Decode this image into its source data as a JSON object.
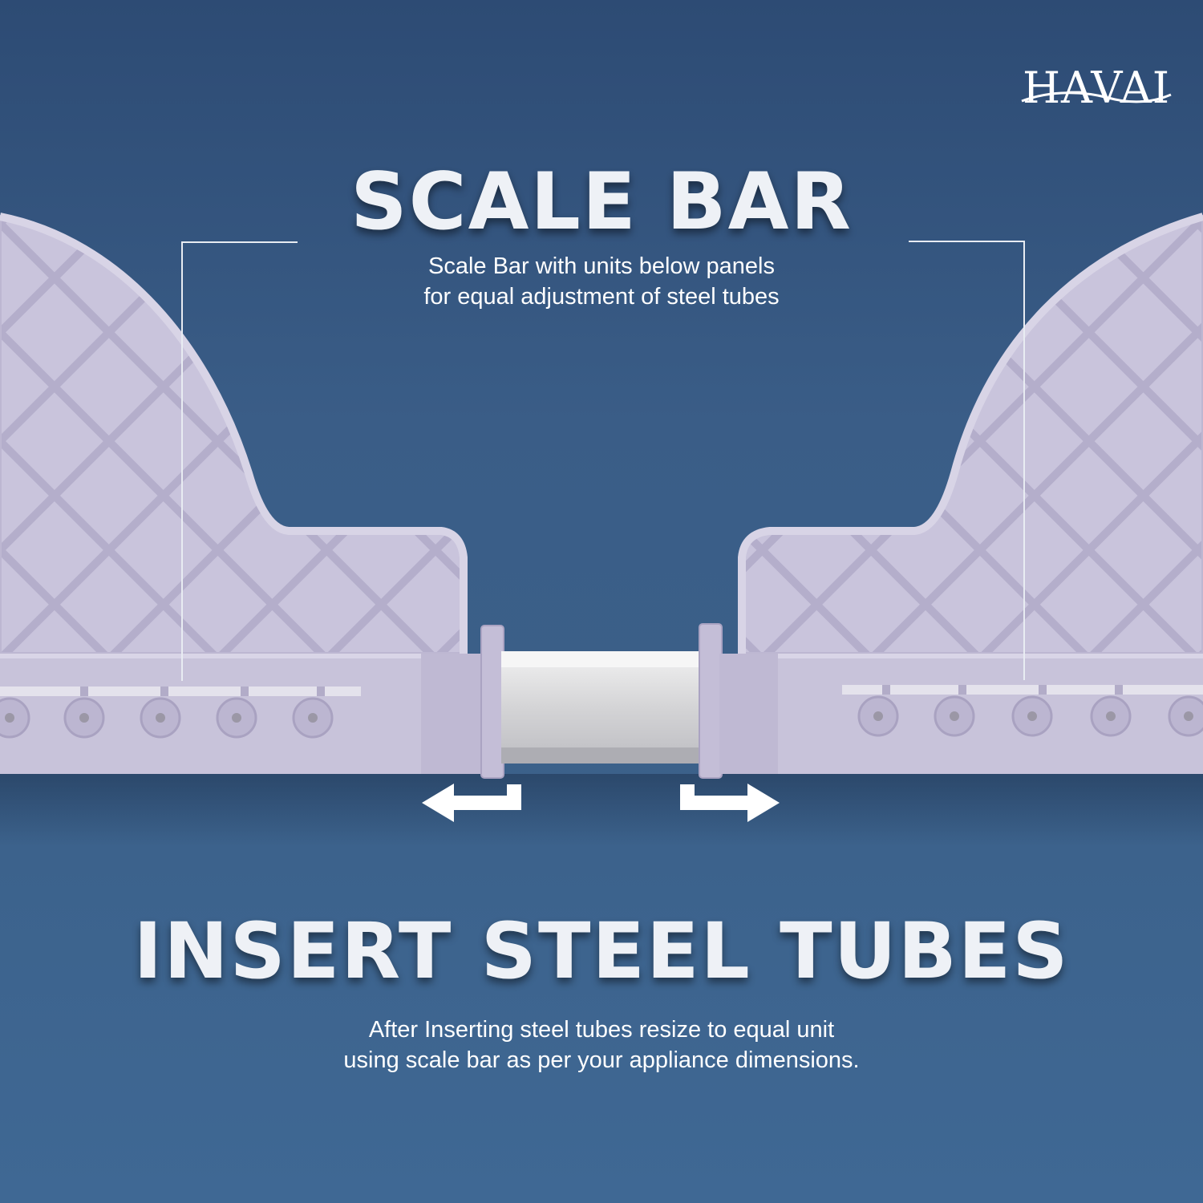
{
  "brand": {
    "logo_text": "HAVAI"
  },
  "top": {
    "heading": "SCALE BAR",
    "subtitle_line1": "Scale Bar with units below panels",
    "subtitle_line2": "for equal adjustment of steel tubes"
  },
  "bottom": {
    "heading": "INSERT STEEL TUBES",
    "subtitle_line1": "After Inserting steel tubes resize to equal unit",
    "subtitle_line2": "using scale bar as per your appliance dimensions."
  },
  "colors": {
    "background": "#35577f",
    "panel": "#c5c0d8",
    "steel": "#d8d8d8",
    "text": "#ffffff"
  },
  "icons": [
    "havai-logo",
    "arrow-left-icon",
    "arrow-right-icon"
  ]
}
